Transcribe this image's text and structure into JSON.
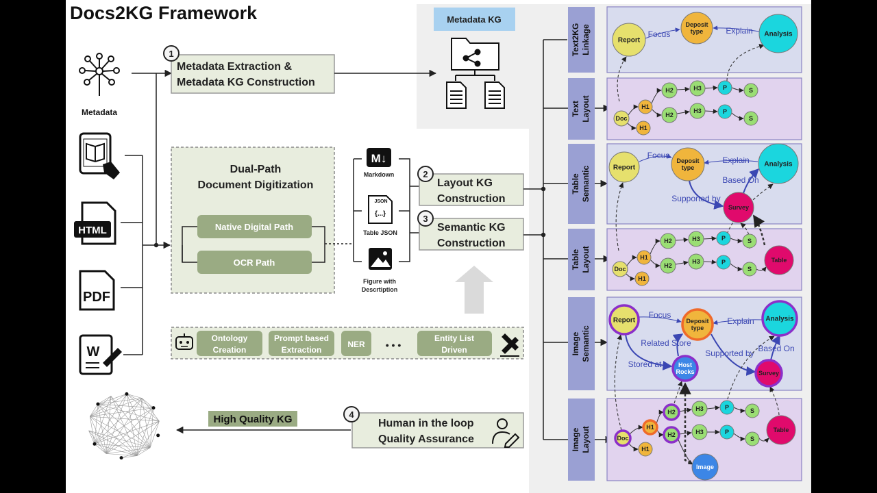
{
  "title": "Docs2KG Framework",
  "colors": {
    "green_box": "#e8edde",
    "green_border": "#999",
    "pill": "#9aab83",
    "purple_panel": "#e1d3ee",
    "blue_panel": "#d8dcee",
    "side_label": "#9aa0d3",
    "metadata_badge": "#a8d1f0",
    "node_yellow": "#e6e06d",
    "node_orange": "#f0b53c",
    "node_green": "#9ade74",
    "node_cyan": "#1bd6de",
    "node_magenta": "#e00a6c",
    "node_blue": "#3c86e6",
    "node_ring": "#8b2fc9",
    "arrow_label": "#3b47b3"
  },
  "inputs": {
    "metadata_label": "Metadata",
    "icons": [
      "metadata-tree-icon",
      "tablet-reader-icon",
      "html-file-icon",
      "pdf-file-icon",
      "word-file-icon"
    ]
  },
  "steps": {
    "s1": {
      "num": "1",
      "line1": "Metadata Extraction &",
      "line2": "Metadata KG Construction"
    },
    "s2": {
      "num": "2",
      "line1": "Layout KG",
      "line2": "Construction"
    },
    "s3": {
      "num": "3",
      "line1": "Semantic KG",
      "line2": "Construction"
    },
    "s4": {
      "num": "4",
      "line1": "Human in the loop",
      "line2": "Quality Assurance"
    }
  },
  "metadata_kg": {
    "badge": "Metadata KG"
  },
  "dual_path": {
    "title1": "Dual-Path",
    "title2": "Document Digitization",
    "native": "Native Digital Path",
    "ocr": "OCR Path"
  },
  "formats": {
    "markdown": "Markdown",
    "markdown_icon": "M↓",
    "json_tag": "JSON",
    "json_body": "{...}",
    "table_json": "Table JSON",
    "figure1": "Figure with",
    "figure2": "Descrtiption"
  },
  "methods": {
    "ontology1": "Ontology",
    "ontology2": "Creation",
    "prompt1": "Prompt based",
    "prompt2": "Extraction",
    "ner": "NER",
    "dots": "• • •",
    "entity1": "Entity List",
    "entity2": "Driven"
  },
  "output": {
    "hq": "High Quality KG"
  },
  "panels": {
    "text2kg": {
      "label1": "Text2KG",
      "label2": "Linkage"
    },
    "text_layout": {
      "label1": "Text",
      "label2": "Layout"
    },
    "table_semantic": {
      "label1": "Table",
      "label2": "Semantic"
    },
    "table_layout": {
      "label1": "Table",
      "label2": "Layout"
    },
    "image_semantic": {
      "label1": "Image",
      "label2": "Semantic"
    },
    "image_layout": {
      "label1": "Image",
      "label2": "Layout"
    }
  },
  "nodes": {
    "report": "Report",
    "deposit1": "Deposit",
    "deposit2": "type",
    "analysis": "Analysis",
    "survey": "Survey",
    "host1": "Host",
    "host2": "Rocks",
    "doc": "Doc",
    "h1": "H1",
    "h2": "H2",
    "h3": "H3",
    "p": "P",
    "s": "S",
    "table": "Table",
    "image": "Image"
  },
  "edges": {
    "focus": "Focus",
    "explain": "Explain",
    "based_on": "Based On",
    "supported_by": "Supported by",
    "related_store": "Related Store",
    "stored_at": "Stored at"
  }
}
